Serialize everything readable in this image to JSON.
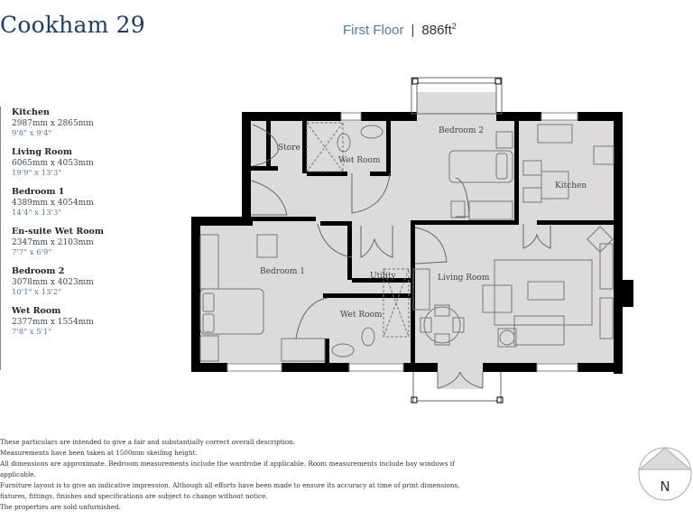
{
  "header": {
    "title": "Cookham 29",
    "floor": "First Floor",
    "separator": "|",
    "area_value": "886ft",
    "area_sup": "2"
  },
  "rooms": [
    {
      "name": "Kitchen",
      "metric": "2987mm x 2865mm",
      "imperial": "9'8\" x 9'4\""
    },
    {
      "name": "Living Room",
      "metric": "6065mm x 4053mm",
      "imperial": "19'9\" x 13'3\""
    },
    {
      "name": "Bedroom 1",
      "metric": "4389mm x 4054mm",
      "imperial": "14'4\" x 13'3\""
    },
    {
      "name": "En-suite Wet Room",
      "metric": "2347mm x 2103mm",
      "imperial": "7'7\" x 6'9\""
    },
    {
      "name": "Bedroom 2",
      "metric": "3078mm x 4023mm",
      "imperial": "10'1\" x 13'2\""
    },
    {
      "name": "Wet Room",
      "metric": "2377mm x 1554mm",
      "imperial": "7'8\" x 5'1\""
    }
  ],
  "plan_labels": {
    "store": "Store",
    "wet_room_top": "Wet Room",
    "bedroom2": "Bedroom 2",
    "kitchen": "Kitchen",
    "bedroom1": "Bedroom 1",
    "utility": "Utility",
    "living_room": "Living Room",
    "wet_room_ensuite": "Wet Room"
  },
  "notes": [
    "These particulars are intended to give a fair and substantially correct overall description.",
    "Measurements have been taken at 1500mm skeiling height.",
    "All dimensions are approximate. Bedroom measurements include the wardrobe if applicable. Room measurements include bay windows if applicable.",
    "Furniture layout is to give an indicative impression. Although all efforts have been made to ensure its accuracy at time of print dimensions, fixtures, fittings, finishes and specifications are subject to change without notice.",
    "The properties are sold unfurnished."
  ],
  "compass": {
    "label": "N"
  },
  "colors": {
    "title": "#1f3d6a",
    "accent": "#5a76a8",
    "floor": "#dcdada",
    "wall": "#000000"
  }
}
